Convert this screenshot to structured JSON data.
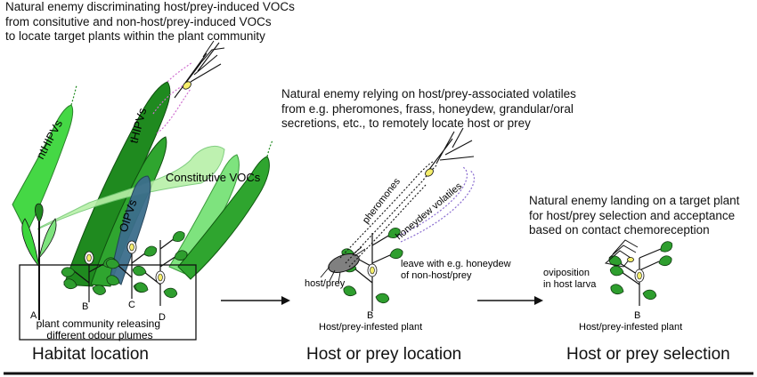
{
  "captions": {
    "c1": [
      "Natural enemy discriminating host/prey-induced VOCs",
      "from consitutive and non-host/prey-induced VOCs",
      "to locate target plants within the plant community"
    ],
    "c2": [
      "Natural enemy relying on host/prey-associated volatiles",
      "from e.g. pheromones, frass, honeydew, grandular/oral",
      "secretions, etc., to remotely locate  host or prey"
    ],
    "c3": [
      "Natural enemy landing on a target plant",
      "for host/prey selection and acceptance",
      "based on contact chemoreception"
    ]
  },
  "plumes": {
    "nthipv": "ntHIPVs",
    "thipv": "tHIPVs",
    "oipv": "OIPVs",
    "constitutive": "Constitutive VOCs"
  },
  "plant_letters": {
    "a": "A",
    "b": "B",
    "c": "C",
    "d": "D",
    "b2": "B",
    "b3": "B"
  },
  "labels": {
    "community": [
      "plant community releasing",
      "different odour plumes"
    ],
    "pheromones": "pheromones",
    "honeydew": "honeydew volatiles",
    "host_prey": "host/prey",
    "leave_with": [
      "leave with e.g. honeydew",
      "of non-host/prey"
    ],
    "infested_1": "Host/prey-infested plant",
    "infested_2": "Host/prey-infested plant",
    "oviposition": [
      "oviposition",
      "in host larva"
    ]
  },
  "stages": {
    "habitat": "Habitat location",
    "location": "Host or prey location",
    "selection": "Host or prey selection"
  },
  "colors": {
    "plume_dark": "#1f8a1f",
    "plume_mid": "#2fa52f",
    "plume_light": "#7ee37e",
    "plume_bright": "#3cd63c",
    "plume_pale": "#b8f0a8",
    "leaf": "#2e9e2e",
    "flower": "#f5ee6b",
    "oipv": "#3c6e8c",
    "trail_pink": "#d070d0",
    "trail_purple": "#8a6cd0"
  }
}
